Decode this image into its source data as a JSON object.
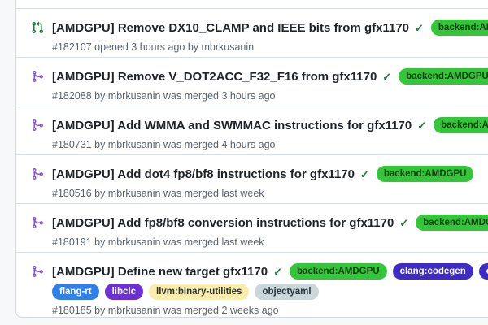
{
  "page": {
    "background": "#f6f8fa"
  },
  "colors": {
    "row_bg": "#ffffff",
    "box_border": "#d0d7de",
    "row_divider": "#d8dee4",
    "title_text": "#1f2328",
    "meta_text": "#59636e",
    "open_icon": "#1a7f37",
    "merged_icon": "#8250df",
    "check": "#1a7f37"
  },
  "prs": [
    {
      "state": "open",
      "title": "[AMDGPU] Remove DX10_CLAMP and IEEE bits from gfx1170",
      "check": "✓",
      "title_labels": [
        {
          "text": "backend:AMDGPU",
          "bg": "#34c639",
          "fg": "#0a3d0a"
        }
      ],
      "meta": "#182107 opened 3 hours ago by mbrkusanin"
    },
    {
      "state": "merged",
      "title": "[AMDGPU] Remove V_DOT2ACC_F32_F16 from gfx1170",
      "check": "✓",
      "title_labels": [
        {
          "text": "backend:AMDGPU",
          "bg": "#34c639",
          "fg": "#0a3d0a"
        }
      ],
      "meta": "#182088 by mbrkusanin was merged 3 hours ago"
    },
    {
      "state": "merged",
      "title": "[AMDGPU] Add WMMA and SWMMAC instructions for gfx1170",
      "check": "✓",
      "title_labels": [
        {
          "text": "backend:AMDGPU",
          "bg": "#34c639",
          "fg": "#0a3d0a"
        }
      ],
      "meta": "#180731 by mbrkusanin was merged 4 hours ago"
    },
    {
      "state": "merged",
      "title": "[AMDGPU] Add dot4 fp8/bf8 instructions for gfx1170",
      "check": "✓",
      "title_labels": [
        {
          "text": "backend:AMDGPU",
          "bg": "#34c639",
          "fg": "#0a3d0a"
        }
      ],
      "meta": "#180516 by mbrkusanin was merged last week"
    },
    {
      "state": "merged",
      "title": "[AMDGPU] Add fp8/bf8 conversion instructions for gfx1170",
      "check": "✓",
      "title_labels": [
        {
          "text": "backend:AMDGPU",
          "bg": "#34c639",
          "fg": "#0a3d0a"
        }
      ],
      "meta": "#180191 by mbrkusanin was merged last week"
    },
    {
      "state": "merged",
      "title": "[AMDGPU] Define new target gfx1170",
      "check": "✓",
      "title_labels": [
        {
          "text": "backend:AMDGPU",
          "bg": "#34c639",
          "fg": "#0a3d0a"
        },
        {
          "text": "clang:codegen",
          "bg": "#3e2bc4",
          "fg": "#ffffff"
        },
        {
          "text": "cl",
          "bg": "#3e2bc4",
          "fg": "#ffffff"
        }
      ],
      "extra_labels": [
        {
          "text": "flang-rt",
          "bg": "#2f80e8",
          "fg": "#ffffff"
        },
        {
          "text": "libclc",
          "bg": "#6b2fd3",
          "fg": "#ffffff"
        },
        {
          "text": "llvm:binary-utilities",
          "bg": "#f9edae",
          "fg": "#32302a"
        },
        {
          "text": "objectyaml",
          "bg": "#c9d7da",
          "fg": "#24323a"
        }
      ],
      "meta": "#180185 by mbrkusanin was merged 2 weeks ago"
    }
  ]
}
